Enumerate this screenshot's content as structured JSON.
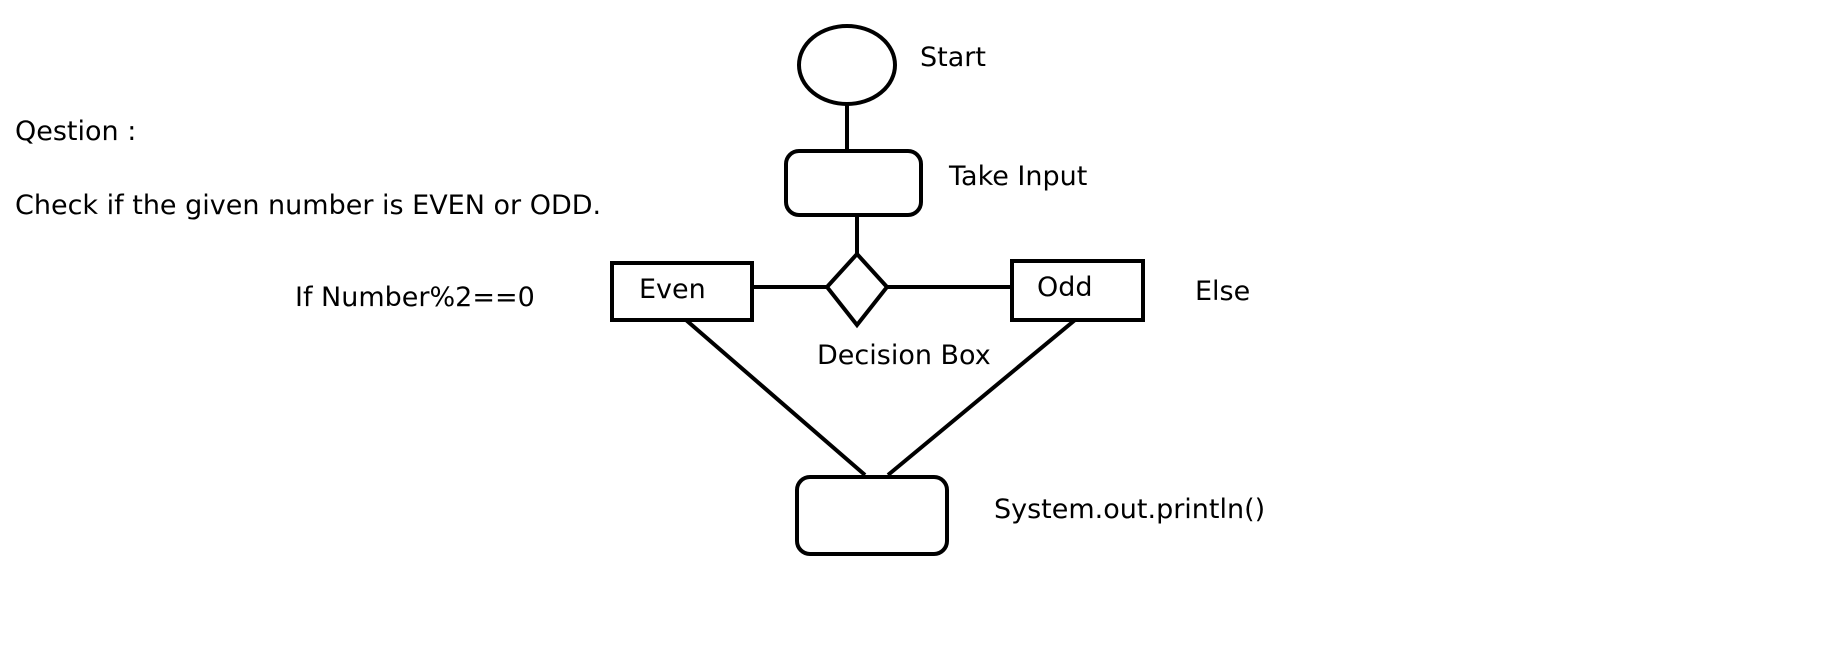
{
  "question": {
    "heading": "Qestion :",
    "text": "Check if the given number is EVEN or ODD."
  },
  "flowchart": {
    "start_label": "Start",
    "input_label": "Take Input",
    "decision_label": "Decision Box",
    "even_box_text": "Even",
    "odd_box_text": "Odd",
    "even_condition": "If Number%2==0",
    "odd_condition": "Else",
    "output_label": "System.out.println()"
  }
}
